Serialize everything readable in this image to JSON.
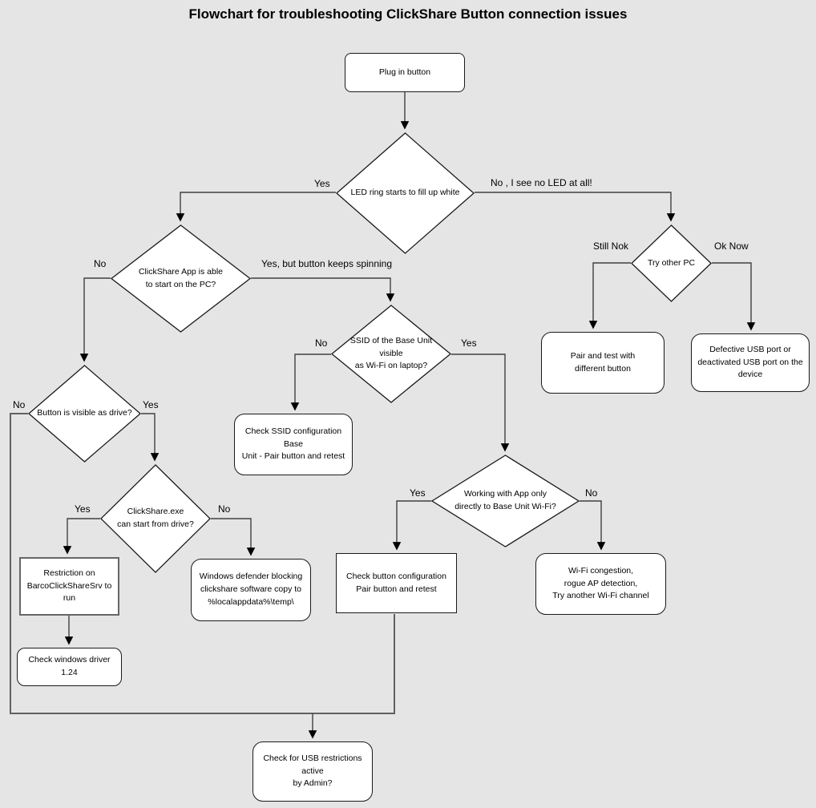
{
  "title": "Flowchart for troubleshooting ClickShare Button connection issues",
  "colors": {
    "background": "#e5e5e5",
    "shape_fill": "#ffffff",
    "shape_stroke": "#000000",
    "emphasis_stroke": "#666666",
    "edge_stroke": "#404040"
  },
  "nodes": {
    "plug": {
      "type": "start",
      "label": "Plug in button"
    },
    "led": {
      "type": "decision",
      "label": "LED ring starts to fill up white"
    },
    "app": {
      "type": "decision",
      "label": "ClickShare App is able\nto start on the PC?"
    },
    "trypc": {
      "type": "decision",
      "label": "Try other PC"
    },
    "ssid": {
      "type": "decision",
      "label": "SSID of the Base Unit\nvisible\nas Wi-Fi on laptop?"
    },
    "visible": {
      "type": "decision",
      "label": "Button is visible as drive?"
    },
    "exe": {
      "type": "decision",
      "label": "ClickShare.exe\ncan start from drive?"
    },
    "apponly": {
      "type": "decision",
      "label": "Working with App only\ndirectly to Base Unit Wi-Fi?"
    },
    "pair": {
      "type": "process",
      "label": "Pair and test with\ndifferent button"
    },
    "defective": {
      "type": "process",
      "label": "Defective USB port or\ndeactivated USB port on the\ndevice"
    },
    "ssidcfg": {
      "type": "process",
      "label": "Check SSID configuration Base\nUnit - Pair button and retest"
    },
    "btncfg": {
      "type": "process",
      "label": "Check button configuration\nPair button and retest"
    },
    "wifi": {
      "type": "process",
      "label": "Wi-Fi congestion,\nrogue AP detection,\nTry another Wi-Fi channel"
    },
    "restrict": {
      "type": "process",
      "label": "Restriction on\nBarcoClickShareSrv to run"
    },
    "driver": {
      "type": "process",
      "label": "Check windows driver 1.24"
    },
    "defender": {
      "type": "process",
      "label": "Windows defender blocking\nclickshare software copy to\n%localappdata%\\temp\\"
    },
    "usb": {
      "type": "process",
      "label": "Check for USB restrictions active\nby Admin?"
    }
  },
  "edges": [
    {
      "from": "plug",
      "to": "led",
      "label": ""
    },
    {
      "from": "led",
      "to": "app",
      "label": "Yes"
    },
    {
      "from": "led",
      "to": "trypc",
      "label": "No , I see no LED at all!"
    },
    {
      "from": "trypc",
      "to": "pair",
      "label": "Still Nok"
    },
    {
      "from": "trypc",
      "to": "defective",
      "label": "Ok Now"
    },
    {
      "from": "app",
      "to": "visible",
      "label": "No"
    },
    {
      "from": "app",
      "to": "ssid",
      "label": "Yes, but button keeps spinning"
    },
    {
      "from": "ssid",
      "to": "ssidcfg",
      "label": "No"
    },
    {
      "from": "ssid",
      "to": "apponly",
      "label": "Yes"
    },
    {
      "from": "apponly",
      "to": "btncfg",
      "label": "Yes"
    },
    {
      "from": "apponly",
      "to": "wifi",
      "label": "No"
    },
    {
      "from": "visible",
      "to": "usb",
      "label": "No"
    },
    {
      "from": "visible",
      "to": "exe",
      "label": "Yes"
    },
    {
      "from": "exe",
      "to": "restrict",
      "label": "Yes"
    },
    {
      "from": "exe",
      "to": "defender",
      "label": "No"
    },
    {
      "from": "restrict",
      "to": "driver",
      "label": ""
    },
    {
      "from": "btncfg",
      "to": "usb",
      "label": ""
    }
  ]
}
